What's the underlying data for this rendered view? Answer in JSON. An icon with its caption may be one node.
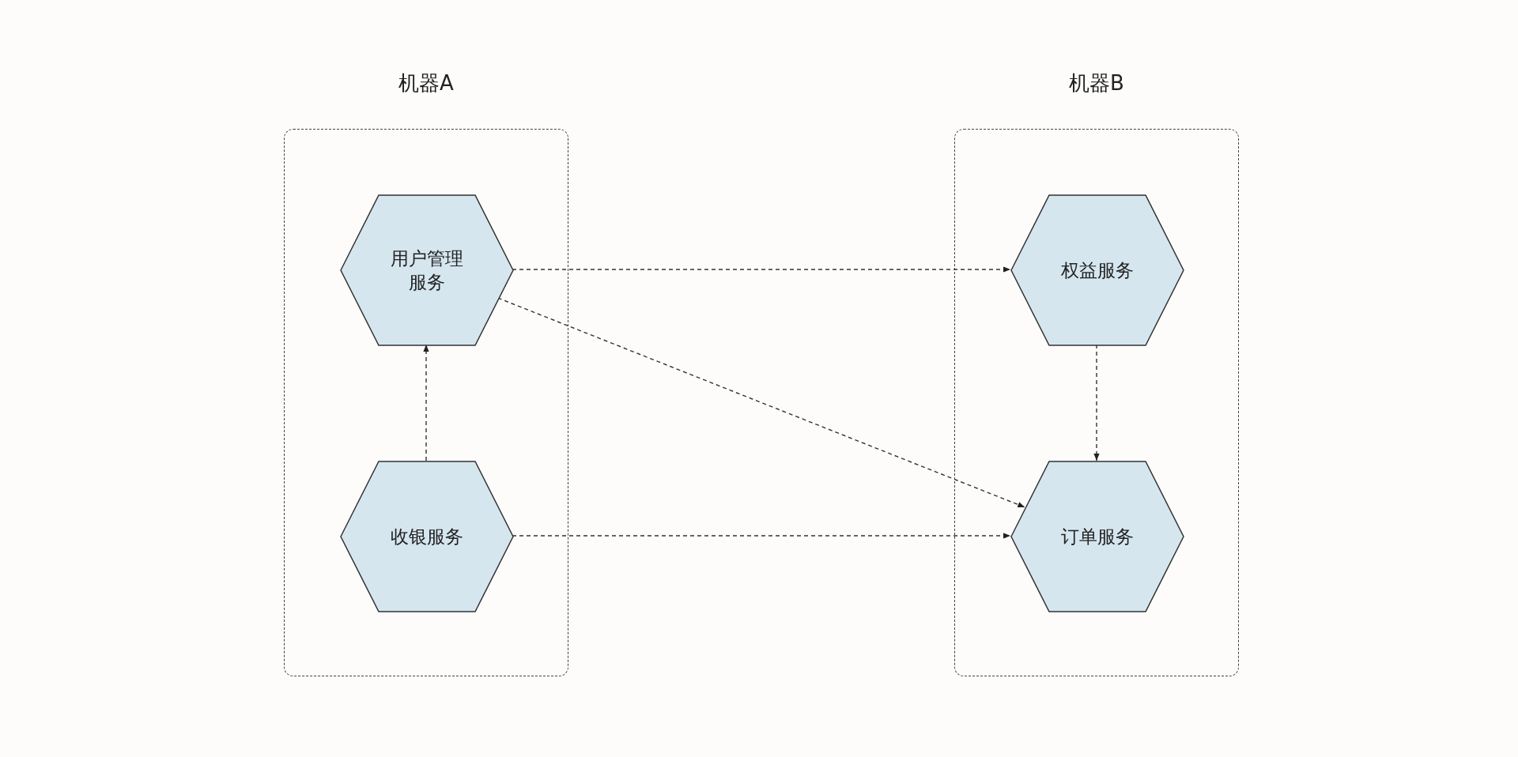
{
  "diagram": {
    "nodes": [
      {
        "text": [
          "机器A"
        ]
      },
      {
        "text": [
          "用户管理服务"
        ],
        "in": 0
      },
      {
        "text": [
          "收银服务"
        ],
        "in": 0
      },
      {
        "text": [
          "机器B"
        ]
      },
      {
        "text": [
          "权益服务"
        ],
        "in": 3
      },
      {
        "text": [
          "订单服务"
        ],
        "in": 3
      }
    ],
    "edges": [
      {
        "from": 1,
        "to": 4,
        "arrow": "to",
        "style": "dashed"
      },
      {
        "from": 1,
        "to": 5,
        "arrow": "to",
        "style": "dashed"
      },
      {
        "from": 2,
        "to": 1,
        "arrow": "to",
        "style": "dashed"
      },
      {
        "from": 4,
        "to": 5,
        "arrow": "to",
        "style": "dashed"
      },
      {
        "from": 2,
        "to": 5,
        "arrow": "to",
        "style": "dashed"
      }
    ]
  }
}
